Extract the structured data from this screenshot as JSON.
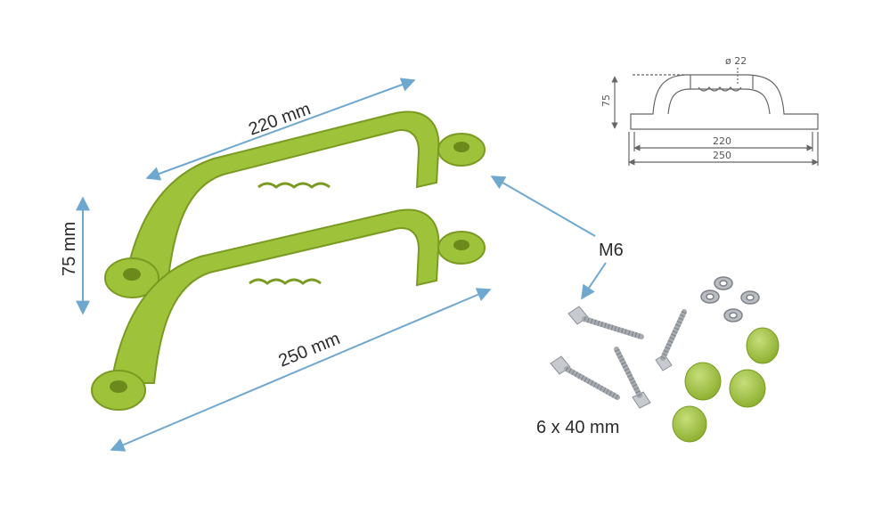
{
  "labels": {
    "length_top": "220 mm",
    "length_bottom": "250 mm",
    "height": "75 mm",
    "thread": "M6",
    "screw_size": "6 x 40 mm"
  },
  "technical_drawing": {
    "diameter": "ø 22",
    "height": "75",
    "inner_length": "220",
    "outer_length": "250"
  },
  "colors": {
    "handle_green": "#9ec23a",
    "handle_shadow": "#7a9a22",
    "arrow_blue": "#6fa8cf",
    "metal": "#b9bdc2"
  }
}
